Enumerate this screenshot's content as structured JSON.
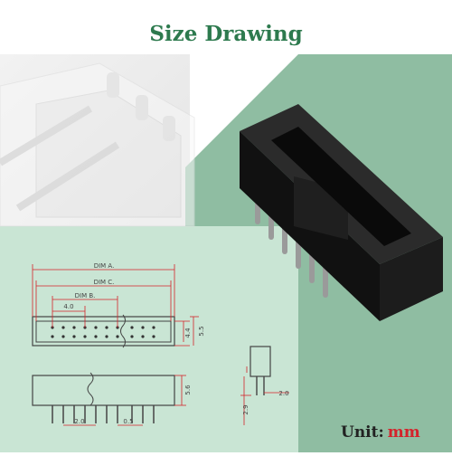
{
  "title": "Size Drawing",
  "unit_label": "Unit:",
  "unit_value": "mm",
  "dimensions": {
    "dim_a": "DIM A.",
    "dim_c": "DIM C.",
    "dim_b": "DIM B.",
    "pitch_top": "4.0",
    "height_44": "4.4",
    "height_55": "5.5",
    "height_56": "5.6",
    "pitch_bottom": "2.0",
    "pin_width": "0.5",
    "side_pitch": "2.0",
    "side_length": "2.9"
  },
  "colors": {
    "title": "#2d7a4e",
    "unit": "#d4232b",
    "dimension": "#d4232b",
    "background_green": "#8fbda2",
    "panel_green": "#c9e5d4"
  }
}
